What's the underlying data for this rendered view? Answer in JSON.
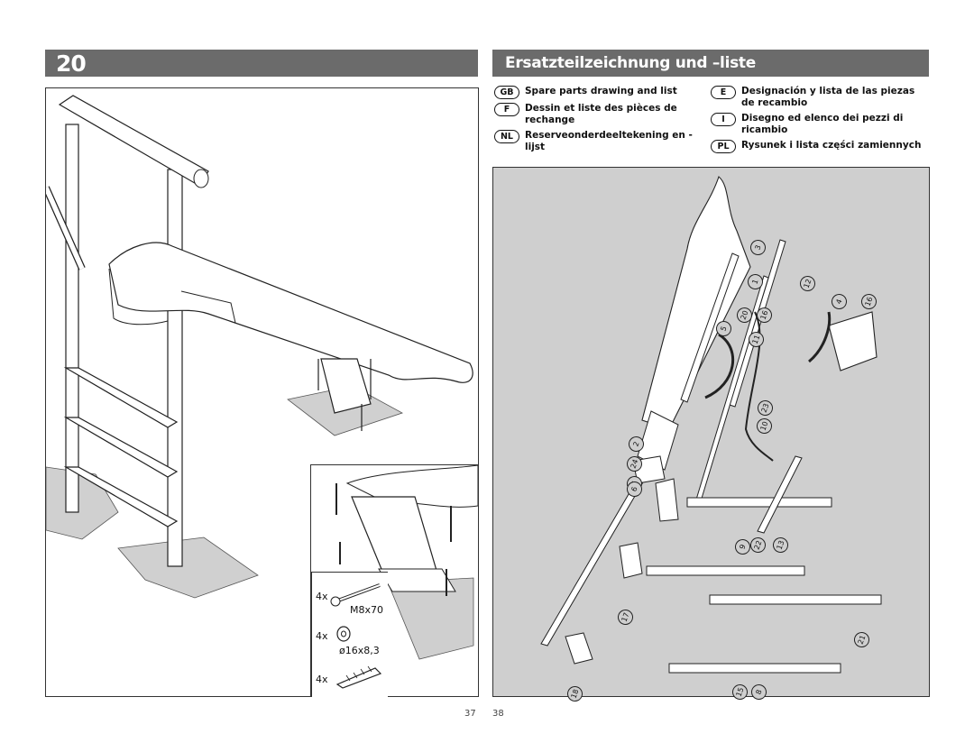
{
  "left_header": {
    "step": "20"
  },
  "right_header": {
    "title": "Ersatzteilzeichnung und –liste"
  },
  "languages": [
    {
      "code": "GB",
      "text": "Spare parts drawing and list"
    },
    {
      "code": "F",
      "text": "Dessin et liste des pièces de rechange"
    },
    {
      "code": "NL",
      "text": "Reserveonderdeeltekening en -lijst"
    },
    {
      "code": "E",
      "text": "Designación y lista de las piezas de recambio"
    },
    {
      "code": "I",
      "text": "Disegno ed elenco dei pezzi di ricambio"
    },
    {
      "code": "PL",
      "text": "Rysunek i lista części zamiennych"
    }
  ],
  "hardware": [
    {
      "qty": "4x",
      "label": "M8x70"
    },
    {
      "qty": "4x",
      "label": "ø16x8,3"
    },
    {
      "qty": "4x",
      "label": ""
    }
  ],
  "part_numbers": [
    "3",
    "1",
    "12",
    "20",
    "16",
    "11",
    "5",
    "4",
    "16",
    "23",
    "10",
    "2",
    "24",
    "7",
    "6",
    "22",
    "13",
    "9",
    "17",
    "21",
    "18",
    "15",
    "8"
  ],
  "page_numbers": {
    "left": "37",
    "right": "38"
  }
}
